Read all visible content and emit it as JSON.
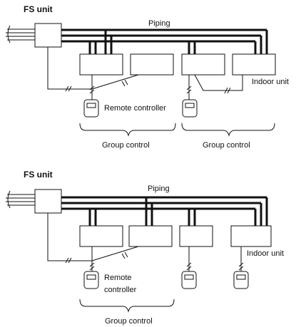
{
  "diagram_top": {
    "title": "FS unit",
    "piping_label": "Piping",
    "indoor_unit_label": "Indoor unit",
    "remote_controller_label": "Remote controller",
    "group_control_labels": [
      "Group control",
      "Group control"
    ]
  },
  "diagram_bottom": {
    "title": "FS unit",
    "piping_label": "Piping",
    "indoor_unit_label": "Indoor unit",
    "remote_controller_label_line1": "Remote",
    "remote_controller_label_line2": "controller",
    "group_control_label": "Group control"
  }
}
